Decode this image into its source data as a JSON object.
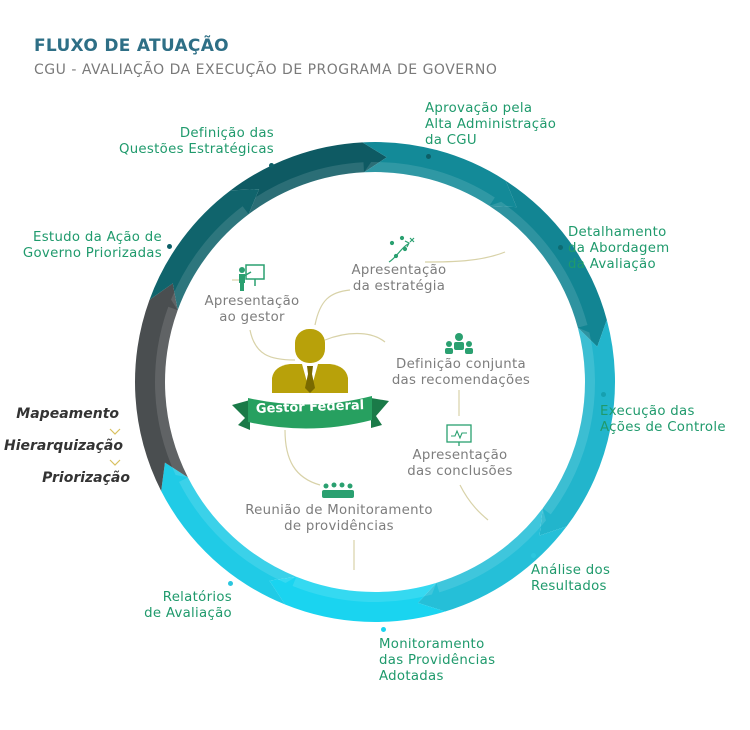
{
  "header": {
    "title": "FLUXO DE ATUAÇÃO",
    "subtitle": "CGU - AVALIAÇÃO DA EXECUÇÃO DE PROGRAMA DE GOVERNO"
  },
  "cycle": {
    "def_questoes": "Definição das\nQuestões Estratégicas",
    "aprovacao": "Aprovação pela\nAlta Administração\nda CGU",
    "detalhamento": "Detalhamento\nda Abordagem\nda Avaliação",
    "execucao": "Execução das\nAções de Controle",
    "analise": "Análise dos\nResultados",
    "monitoramento": "Monitoramento\ndas Providências\nAdotadas",
    "relatorios": "Relatórios\nde Avaliação",
    "estudo": "Estudo da Ação de\nGoverno Priorizadas"
  },
  "steps": [
    "Mapeamento",
    "Hierarquização",
    "Priorização"
  ],
  "center": {
    "gestor_label": "Gestor Federal",
    "apresentacao_estrategia": "Apresentação\nda estratégia",
    "apresentacao_gestor": "Apresentação\nao gestor",
    "definicao_conjunta": "Definição conjunta\ndas recomendações",
    "apresentacao_conclusoes": "Apresentação\ndas conclusões",
    "reuniao": "Reunião de Monitoramento\nde providências"
  },
  "colors": {
    "title": "#2e6f86",
    "green_text": "#1f9a6c",
    "ring_dark_teal": "#0d6b72",
    "ring_teal": "#16a0b0",
    "ring_cyan": "#2bc6de",
    "ring_bright_cyan": "#1ad4f0",
    "ring_gray": "#4a4e50",
    "gestor_gold": "#b8a10a",
    "banner_green": "#27a060"
  },
  "icons": [
    "strategy-icon",
    "presentation-board-icon",
    "team-icon",
    "chart-screen-icon",
    "audience-icon",
    "manager-icon"
  ]
}
